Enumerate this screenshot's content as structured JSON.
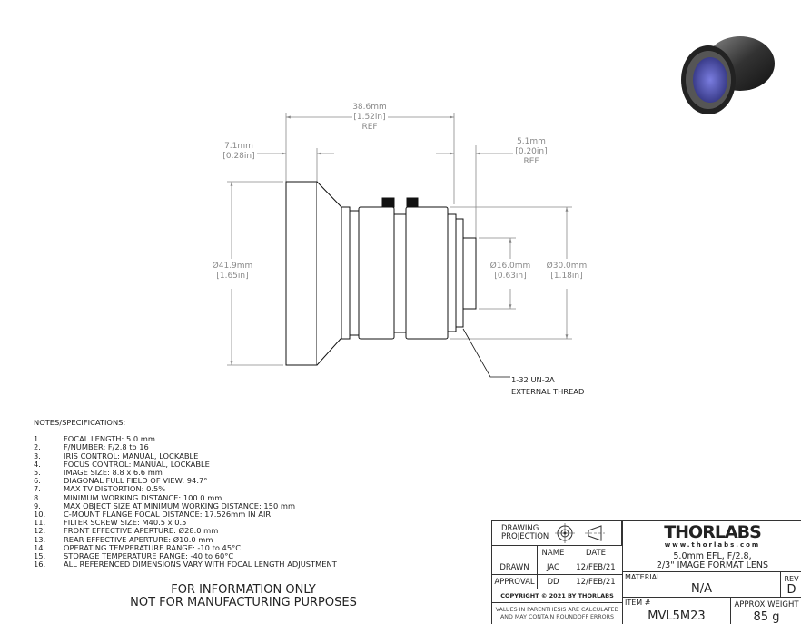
{
  "dimensions": {
    "overall_length": {
      "mm": "38.6mm",
      "in": "[1.52in]",
      "note": "REF"
    },
    "front_flange": {
      "mm": "7.1mm",
      "in": "[0.28in]"
    },
    "rear_mount": {
      "mm": "5.1mm",
      "in": "[0.20in]",
      "note": "REF"
    },
    "front_diameter": {
      "mm": "Ø41.9mm",
      "in": "[1.65in]"
    },
    "mount_diameter": {
      "mm": "Ø16.0mm",
      "in": "[0.63in]"
    },
    "body_diameter": {
      "mm": "Ø30.0mm",
      "in": "[1.18in]"
    },
    "thread_callout": [
      "1-32 UN-2A",
      "EXTERNAL THREAD"
    ]
  },
  "notes": {
    "heading": "NOTES/SPECIFICATIONS:",
    "items": [
      {
        "n": "1.",
        "text": "FOCAL LENGTH: 5.0 mm"
      },
      {
        "n": "2.",
        "text": "F/NUMBER: F/2.8 to 16"
      },
      {
        "n": "3.",
        "text": "IRIS CONTROL: MANUAL, LOCKABLE"
      },
      {
        "n": "4.",
        "text": "FOCUS CONTROL: MANUAL, LOCKABLE"
      },
      {
        "n": "5.",
        "text": "IMAGE SIZE: 8.8 x 6.6 mm"
      },
      {
        "n": "6.",
        "text": "DIAGONAL FULL FIELD OF VIEW: 94.7°"
      },
      {
        "n": "7.",
        "text": "MAX TV DISTORTION: 0.5%"
      },
      {
        "n": "8.",
        "text": "MINIMUM WORKING DISTANCE: 100.0 mm"
      },
      {
        "n": "9.",
        "text": "MAX OBJECT SIZE AT MINIMUM WORKING DISTANCE: 150 mm"
      },
      {
        "n": "10.",
        "text": "C-MOUNT FLANGE FOCAL DISTANCE: 17.526mm IN AIR"
      },
      {
        "n": "11.",
        "text": "FILTER SCREW SIZE: M40.5 x 0.5"
      },
      {
        "n": "12.",
        "text": "FRONT EFFECTIVE APERTURE: Ø28.0 mm"
      },
      {
        "n": "13.",
        "text": "REAR EFFECTIVE APERTURE: Ø10.0 mm"
      },
      {
        "n": "14.",
        "text": "OPERATING TEMPERATURE RANGE: -10 to 45°C"
      },
      {
        "n": "15.",
        "text": "STORAGE TEMPERATURE RANGE: -40 to 60°C"
      },
      {
        "n": "16.",
        "text": "ALL REFERENCED DIMENSIONS VARY WITH FOCAL LENGTH ADJUSTMENT"
      }
    ],
    "disclaimer": [
      "FOR INFORMATION ONLY",
      "NOT FOR MANUFACTURING PURPOSES"
    ]
  },
  "title_block": {
    "projection_label": "DRAWING PROJECTION",
    "name_header": "NAME",
    "date_header": "DATE",
    "drawn_label": "DRAWN",
    "drawn_name": "JAC",
    "drawn_date": "12/FEB/21",
    "approval_label": "APPROVAL",
    "approval_name": "DD",
    "approval_date": "12/FEB/21",
    "copyright": "COPYRIGHT © 2021 BY THORLABS",
    "values_note": [
      "VALUES IN PARENTHESIS ARE CALCULATED",
      "AND MAY CONTAIN ROUNDOFF ERRORS"
    ],
    "logo_text": "THORLABS",
    "website": "www.thorlabs.com",
    "description": [
      "5.0mm EFL, F/2.8,",
      "2/3\" IMAGE FORMAT LENS"
    ],
    "material_label": "MATERIAL",
    "material": "N/A",
    "rev_label": "REV",
    "rev": "D",
    "item_label": "ITEM #",
    "item": "MVL5M23",
    "weight_label": "APPROX WEIGHT",
    "weight": "85 g"
  }
}
